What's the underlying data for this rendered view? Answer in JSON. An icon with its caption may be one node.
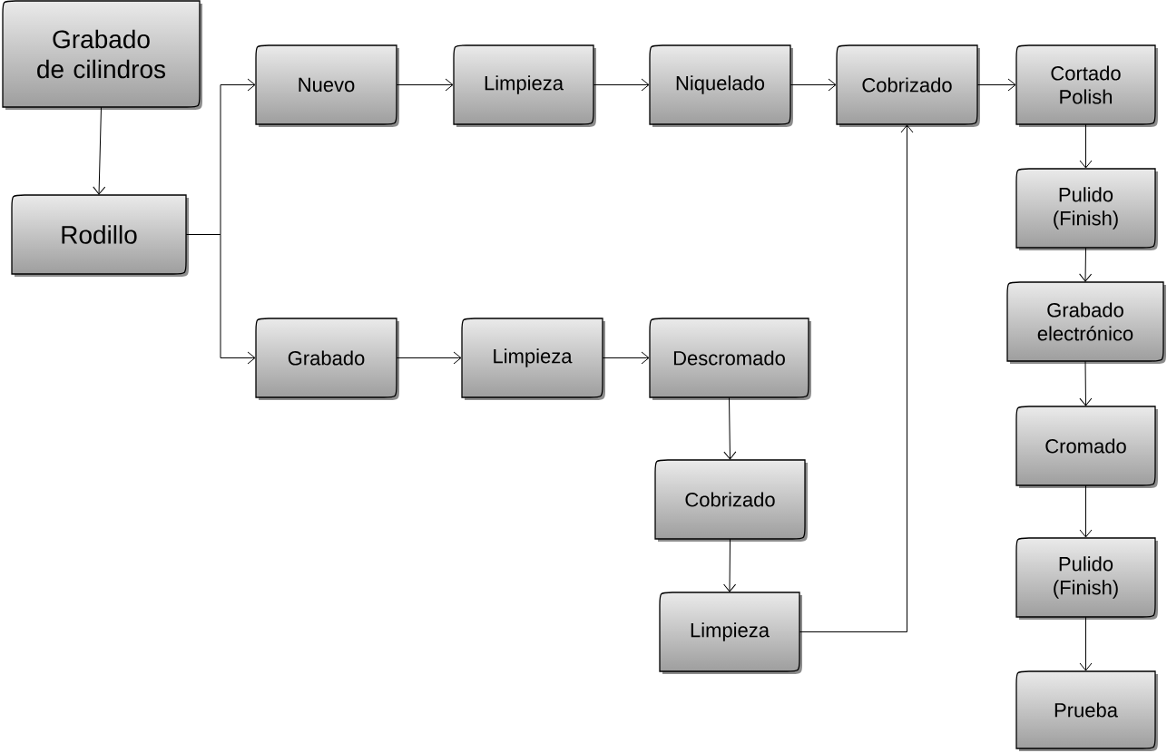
{
  "diagram": {
    "nodes": [
      {
        "text": [
          "Grabado de cilindros"
        ]
      },
      {
        "text": [
          "Rodillo"
        ]
      },
      {
        "text": [
          "Nuevo"
        ]
      },
      {
        "text": [
          "Limpieza"
        ]
      },
      {
        "text": [
          "Niquelado"
        ]
      },
      {
        "text": [
          "Cobrizado"
        ]
      },
      {
        "text": [
          "Cortado Polish"
        ]
      },
      {
        "text": [
          "Pulido (Finish)"
        ]
      },
      {
        "text": [
          "Grabado electrónico"
        ]
      },
      {
        "text": [
          "Cromado"
        ]
      },
      {
        "text": [
          "Pulido (Finish)"
        ]
      },
      {
        "text": [
          "Prueba"
        ]
      },
      {
        "text": [
          "Grabado"
        ]
      },
      {
        "text": [
          "Limpieza"
        ]
      },
      {
        "text": [
          "Descromado"
        ]
      },
      {
        "text": [
          "Cobrizado"
        ]
      },
      {
        "text": [
          "Limpieza"
        ]
      }
    ],
    "edges": [
      {
        "from": 0,
        "to": 1,
        "arrow": "to"
      },
      {
        "from": 1,
        "to": 2,
        "arrow": "to"
      },
      {
        "from": 1,
        "to": 12,
        "arrow": "to"
      },
      {
        "from": 2,
        "to": 3,
        "arrow": "to"
      },
      {
        "from": 3,
        "to": 4,
        "arrow": "to"
      },
      {
        "from": 4,
        "to": 5,
        "arrow": "to"
      },
      {
        "from": 5,
        "to": 6,
        "arrow": "to"
      },
      {
        "from": 6,
        "to": 7,
        "arrow": "to"
      },
      {
        "from": 7,
        "to": 8,
        "arrow": "to"
      },
      {
        "from": 8,
        "to": 9,
        "arrow": "to"
      },
      {
        "from": 9,
        "to": 10,
        "arrow": "to"
      },
      {
        "from": 10,
        "to": 11,
        "arrow": "to"
      },
      {
        "from": 12,
        "to": 13,
        "arrow": "to"
      },
      {
        "from": 13,
        "to": 14,
        "arrow": "to"
      },
      {
        "from": 14,
        "to": 15,
        "arrow": "to"
      },
      {
        "from": 15,
        "to": 16,
        "arrow": "to"
      },
      {
        "from": 16,
        "to": 5,
        "arrow": "to"
      }
    ]
  }
}
